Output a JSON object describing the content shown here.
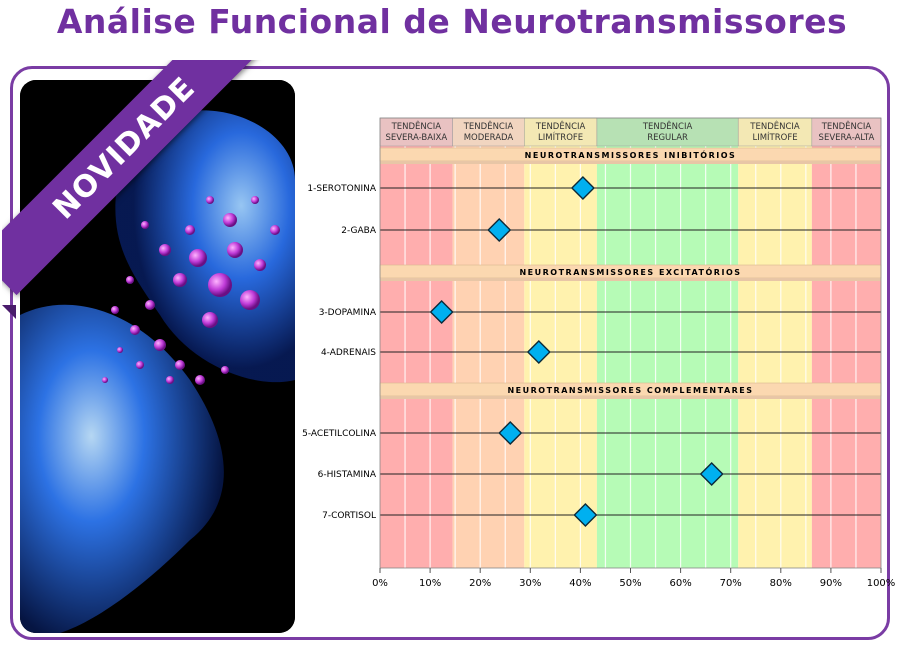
{
  "title": "Análise Funcional de Neurotransmissores",
  "badge": "NOVIDADE",
  "colors": {
    "accent": "#7030a0",
    "severe": "#ffaeae",
    "moderate": "#ffd2b2",
    "borderline": "#fff2ae",
    "regular": "#b6fbb6",
    "marker": "#00b0f0"
  },
  "chart_data": {
    "type": "scatter",
    "xlim": [
      0,
      100
    ],
    "x_ticks": [
      "0%",
      "10%",
      "20%",
      "30%",
      "40%",
      "50%",
      "60%",
      "70%",
      "80%",
      "90%",
      "100%"
    ],
    "bands": [
      {
        "label": [
          "TENDÊNCIA",
          "SEVERA-BAIXA"
        ],
        "from": 0,
        "to": 14.5,
        "color": "#ffaeae",
        "header": "#e9c2c2"
      },
      {
        "label": [
          "TENDÊNCIA",
          "MODERADA"
        ],
        "from": 14.5,
        "to": 28.8,
        "color": "#ffd2b2",
        "header": "#f1d5c0"
      },
      {
        "label": [
          "TENDÊNCIA",
          "LIMÍTROFE"
        ],
        "from": 28.8,
        "to": 43.3,
        "color": "#fff2ae",
        "header": "#f3e8b4"
      },
      {
        "label": [
          "TENDÊNCIA",
          "REGULAR"
        ],
        "from": 43.3,
        "to": 71.5,
        "color": "#b6fbb6",
        "header": "#b7e1b4"
      },
      {
        "label": [
          "TENDÊNCIA",
          "LIMÍTROFE"
        ],
        "from": 71.5,
        "to": 86.2,
        "color": "#fff2ae",
        "header": "#f3e8b4"
      },
      {
        "label": [
          "TENDÊNCIA",
          "SEVERA-ALTA"
        ],
        "from": 86.2,
        "to": 100,
        "color": "#ffaeae",
        "header": "#e9c2c2"
      }
    ],
    "sections": [
      {
        "title": "NEUROTRANSMISSORES INIBITÓRIOS",
        "items": [
          {
            "label": "1-SEROTONINA",
            "value": 40.5
          },
          {
            "label": "2-GABA",
            "value": 23.8
          }
        ]
      },
      {
        "title": "NEUROTRANSMISSORES EXCITATÓRIOS",
        "items": [
          {
            "label": "3-DOPAMINA",
            "value": 12.3
          },
          {
            "label": "4-ADRENAIS",
            "value": 31.7
          }
        ]
      },
      {
        "title": "NEUROTRANSMISSORES COMPLEMENTARES",
        "items": [
          {
            "label": "5-ACETILCOLINA",
            "value": 26.0
          },
          {
            "label": "6-HISTAMINA",
            "value": 66.2
          },
          {
            "label": "7-CORTISOL",
            "value": 41.0
          }
        ]
      }
    ]
  }
}
